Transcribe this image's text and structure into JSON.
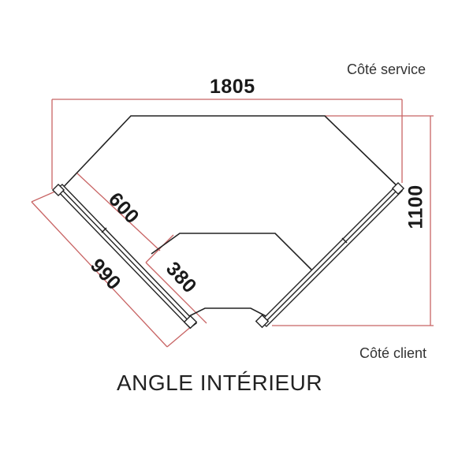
{
  "labels": {
    "service_side": "Côté service",
    "client_side": "Côté client",
    "title": "ANGLE INTÉRIEUR"
  },
  "dimensions": {
    "total_width": "1805",
    "total_depth": "1100",
    "outer_side": "990",
    "inner_side_long": "600",
    "inner_side_short": "380"
  },
  "colors": {
    "dimension_line": "#c86464",
    "outline": "#222222",
    "text": "#1a1a1a"
  }
}
